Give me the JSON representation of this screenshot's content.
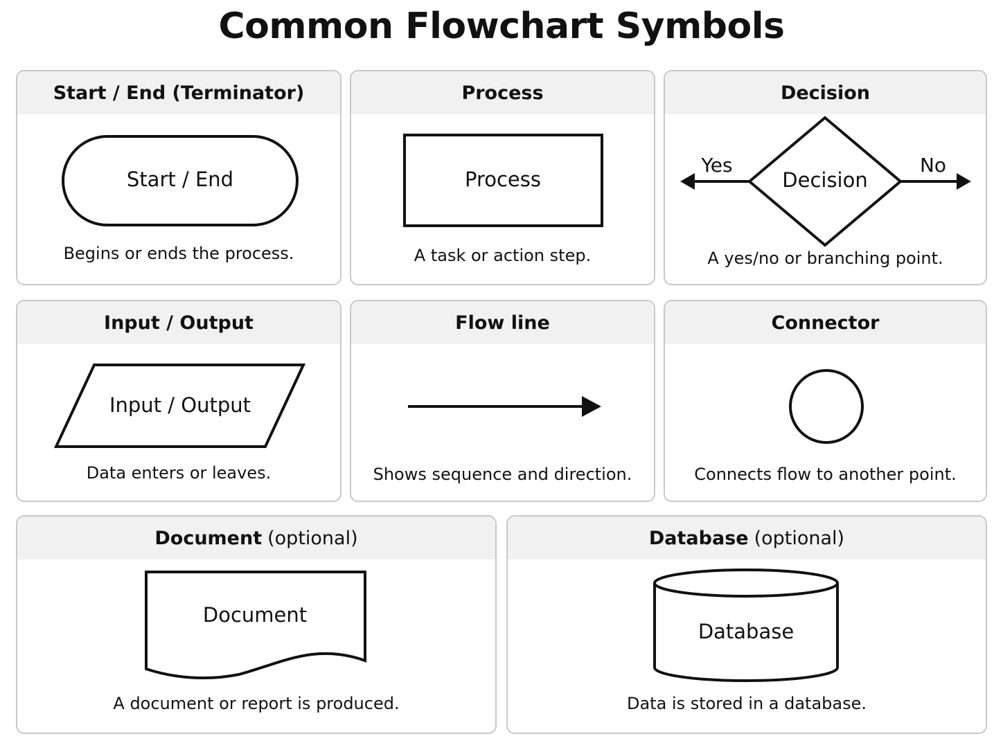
{
  "title": "Common Flowchart Symbols",
  "colors": {
    "stroke": "#111111",
    "card_border": "#c8c8c8",
    "header_bg": "#f1f1f1"
  },
  "cards": {
    "terminator": {
      "heading": "Start / End (Terminator)",
      "shape_label": "Start / End",
      "description": "Begins or ends the process."
    },
    "process": {
      "heading": "Process",
      "shape_label": "Process",
      "description": "A task or action step."
    },
    "decision": {
      "heading": "Decision",
      "shape_label": "Decision",
      "yes_label": "Yes",
      "no_label": "No",
      "description": "A yes/no or branching point."
    },
    "io": {
      "heading": "Input / Output",
      "shape_label": "Input / Output",
      "description": "Data enters or leaves."
    },
    "flowline": {
      "heading": "Flow line",
      "description": "Shows sequence and direction."
    },
    "connector": {
      "heading": "Connector",
      "description": "Connects flow to another point."
    },
    "document": {
      "heading_main": "Document",
      "heading_note": "(optional)",
      "shape_label": "Document",
      "description": "A document or report is produced."
    },
    "database": {
      "heading_main": "Database",
      "heading_note": "(optional)",
      "shape_label": "Database",
      "description": "Data is stored in a database."
    }
  }
}
